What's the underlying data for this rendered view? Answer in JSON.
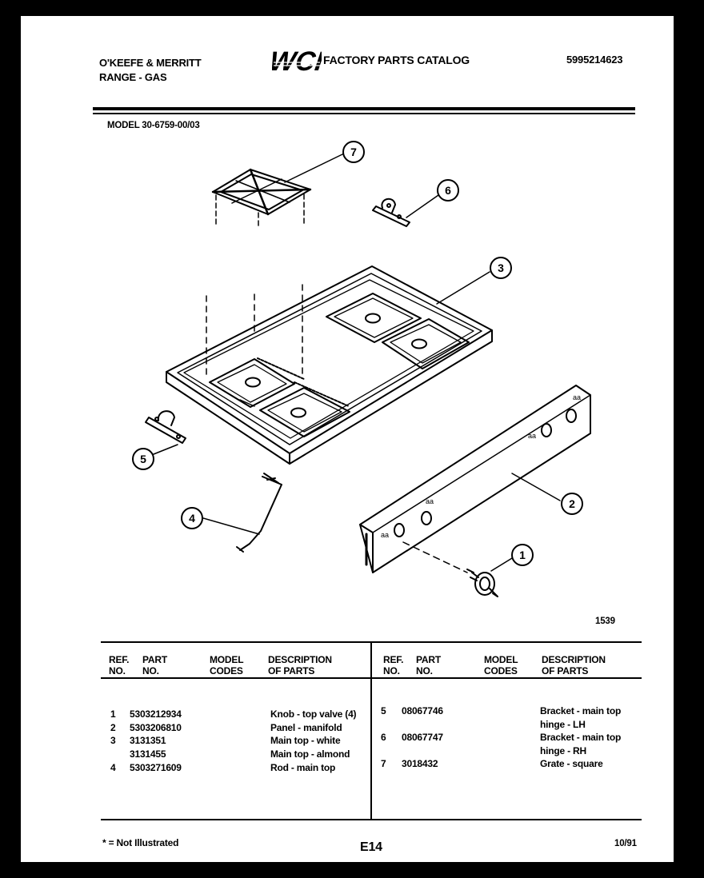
{
  "header": {
    "manufacturer": "O'KEEFE & MERRITT",
    "product": "RANGE - GAS",
    "logo_text": "WCI",
    "catalog_title": "FACTORY PARTS CATALOG",
    "catalog_number": "5995214623",
    "model": "MODEL 30-6759-00/03"
  },
  "diagram": {
    "callouts": [
      "1",
      "2",
      "3",
      "4",
      "5",
      "6",
      "7"
    ],
    "figure_number": "1539"
  },
  "table": {
    "headers": {
      "ref_no": "REF.\nNO.",
      "part_no": "PART\nNO.",
      "model_codes": "MODEL\nCODES",
      "description": "DESCRIPTION\nOF PARTS"
    },
    "left_rows": [
      {
        "ref": "1",
        "part": "5303212934",
        "codes": "",
        "desc": "Knob - top valve (4)"
      },
      {
        "ref": "2",
        "part": "5303206810",
        "codes": "",
        "desc": "Panel - manifold"
      },
      {
        "ref": "3",
        "part": "3131351",
        "codes": "",
        "desc": "Main top - white"
      },
      {
        "ref": "",
        "part": "3131455",
        "codes": "",
        "desc": "Main top - almond"
      },
      {
        "ref": "4",
        "part": "5303271609",
        "codes": "",
        "desc": "Rod - main top"
      }
    ],
    "right_rows": [
      {
        "ref": "5",
        "part": "08067746",
        "codes": "",
        "desc": "Bracket - main top\nhinge - LH"
      },
      {
        "ref": "6",
        "part": "08067747",
        "codes": "",
        "desc": "Bracket - main top\nhinge - RH"
      },
      {
        "ref": "7",
        "part": "3018432",
        "codes": "",
        "desc": "Grate - square"
      }
    ]
  },
  "footer": {
    "note": "* = Not Illustrated",
    "page": "E14",
    "date": "10/91"
  }
}
